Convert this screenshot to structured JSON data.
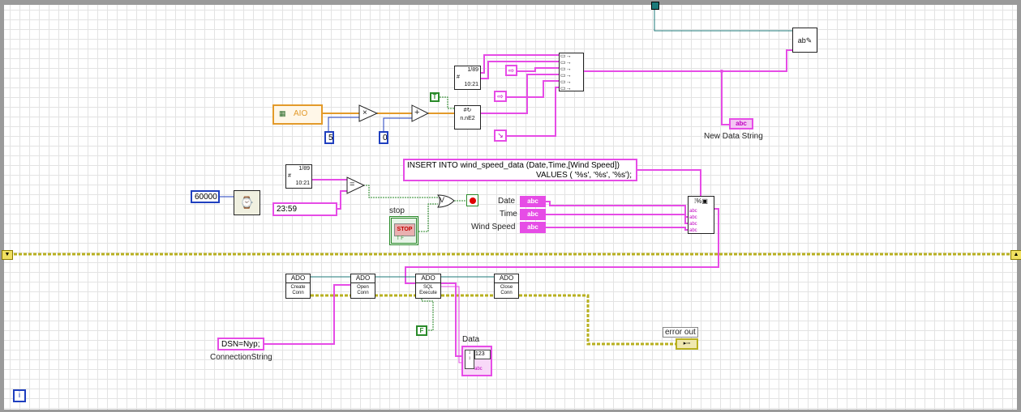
{
  "diagram": {
    "ai_label": "AIO",
    "multiplier_constant": "5",
    "offset_constant": "0",
    "bool_true": "T",
    "bool_false": "F",
    "wait_ms": "60000",
    "time_compare": "23:59",
    "stop_label": "stop",
    "stop_button_text": "STOP",
    "stop_tf": "T F",
    "sql_line1": "INSERT INTO wind_speed_data (Date,Time,[Wind Speed])",
    "sql_line2": "VALUES ( '%s', '%s', '%s');",
    "date_label": "Date",
    "time_label": "Time",
    "wind_label": "Wind Speed",
    "abc_tag": "abc",
    "new_data_string": "New Data String",
    "dsn_value": "DSN=Nyp;",
    "connection_string_label": "ConnectionString",
    "data_label": "Data",
    "error_out_label": "error out",
    "ado_head": "ADO",
    "ado_create": "Create Conn",
    "ado_open": "Open Conn",
    "ado_sql": "SQL Execute",
    "ado_close": "Close Conn",
    "date_icon_1": "1/89",
    "date_icon_2": "10:21",
    "num_fmt": "n.nE2",
    "loop_index": "i",
    "data_num": "123",
    "pct_s": "%"
  },
  "colors": {
    "string_wire": "#e64ce6",
    "numeric_wire_blue": "#1f3fbf",
    "numeric_wire_orange": "#e39a2a",
    "bool_wire": "#2a8a2a",
    "error_wire": "#b8b020",
    "ref_wire": "#1c7a7a"
  }
}
